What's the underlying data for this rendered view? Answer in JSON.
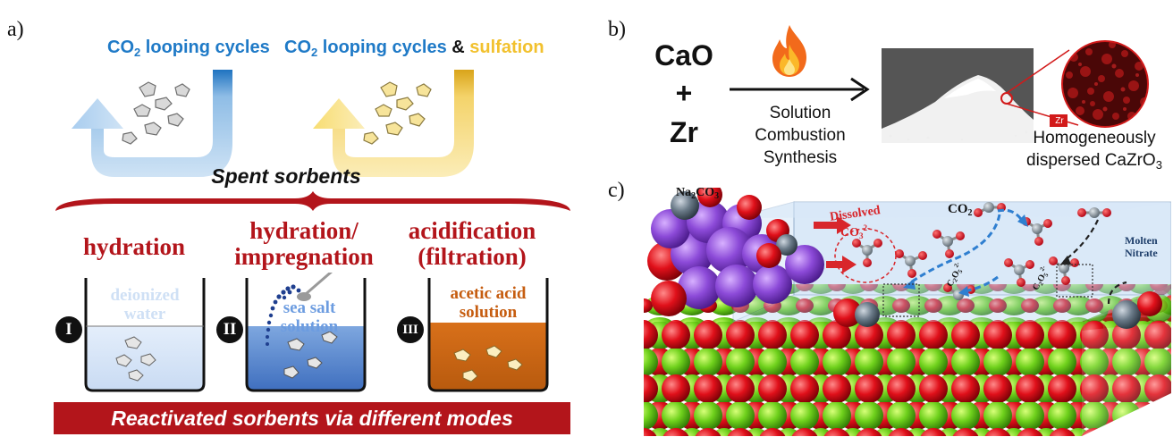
{
  "panel_a": {
    "letter": "a)",
    "loop_left": {
      "text": "CO",
      "sub": "2",
      "rest": " looping cycles"
    },
    "loop_right": {
      "text": "CO",
      "sub": "2",
      "rest": " looping cycles",
      "amp": " & ",
      "sulf": "sulfation"
    },
    "spent_label": "Spent sorbents",
    "modes": [
      {
        "roman": "I",
        "title_l1": "hydration",
        "title_l2": "",
        "liquid_l1": "deionized",
        "liquid_l2": "water"
      },
      {
        "roman": "II",
        "title_l1": "hydration/",
        "title_l2": "impregnation",
        "liquid_l1": "sea salt",
        "liquid_l2": "solution"
      },
      {
        "roman": "III",
        "title_l1": "acidification",
        "title_l2": "(filtration)",
        "liquid_l1": "acetic acid",
        "liquid_l2": "solution"
      }
    ],
    "banner": "Reactivated sorbents via different modes"
  },
  "panel_b": {
    "letter": "b)",
    "reactant1": "CaO",
    "plus": "+",
    "reactant2": "Zr",
    "method_l1": "Solution",
    "method_l2": "Combustion",
    "method_l3": "Synthesis",
    "zr_tag": "Zr",
    "product_l1": "Homogeneously",
    "product_l2": "dispersed CaZrO",
    "product_sub": "3"
  },
  "panel_c": {
    "letter": "c)",
    "na2co3": {
      "a": "Na",
      "s1": "2",
      "b": "CO",
      "s2": "3"
    },
    "dissolved": "Dissolved",
    "co3": {
      "a": "CO",
      "s": "3",
      "sup": "2-"
    },
    "co2": {
      "a": "CO",
      "s": "2"
    },
    "molten_l1": "Molten",
    "molten_l2": "Nitrate",
    "c2o5_a": {
      "a": "C",
      "s1": "2",
      "b": "O",
      "s2": "5",
      "sup": "2-"
    },
    "c2o5_b": {
      "a": "C",
      "s1": "2",
      "b": "O",
      "s2": "5",
      "sup": "2-"
    }
  }
}
